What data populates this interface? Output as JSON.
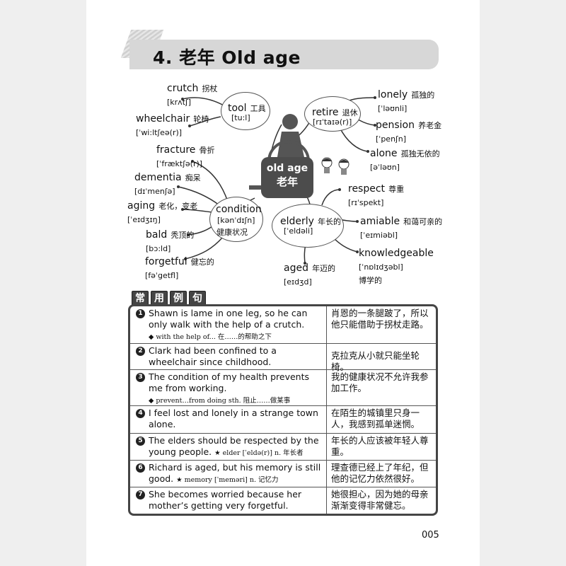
{
  "title": "4. 老年 Old age",
  "center": {
    "en": "old age",
    "zh": "老年"
  },
  "hubs": {
    "tool": {
      "word": "tool",
      "zh": "工具",
      "ipa": "[tu:l]"
    },
    "retire": {
      "word": "retire",
      "zh": "退休",
      "ipa": "[rɪˈtaɪə(r)]"
    },
    "condition": {
      "word": "condition",
      "ipa": "[kənˈdɪʃn]",
      "zh": "健康状况"
    },
    "elderly": {
      "word": "elderly",
      "zh": "年长的",
      "ipa": "[ˈeldəli]"
    }
  },
  "words": [
    {
      "word": "crutch",
      "zh": "拐杖",
      "ipa": "[krʌtʃ]"
    },
    {
      "word": "wheelchair",
      "zh": "轮椅",
      "ipa": "[ˈwi:ltʃeə(r)]"
    },
    {
      "word": "fracture",
      "zh": "骨折",
      "ipa": "[ˈfræktʃə(r)]"
    },
    {
      "word": "dementia",
      "zh": "痴呆",
      "ipa": "[dɪˈmenʃə]"
    },
    {
      "word": "aging",
      "zh": "老化，变老",
      "ipa": "[ˈeɪdʒɪŋ]"
    },
    {
      "word": "bald",
      "zh": "秃顶的",
      "ipa": "[bɔ:ld]"
    },
    {
      "word": "forgetful",
      "zh": "健忘的",
      "ipa": "[fəˈgetfl]"
    },
    {
      "word": "lonely",
      "zh": "孤独的",
      "ipa": "[ˈləʊnli]"
    },
    {
      "word": "pension",
      "zh": "养老金",
      "ipa": "[ˈpenʃn]"
    },
    {
      "word": "alone",
      "zh": "孤独无依的",
      "ipa": "[əˈləʊn]"
    },
    {
      "word": "respect",
      "zh": "尊重",
      "ipa": "[rɪˈspekt]"
    },
    {
      "word": "amiable",
      "zh": "和蔼可亲的",
      "ipa": "[ˈeɪmiəbl]"
    },
    {
      "word": "knowledgeable",
      "zh": "博学的",
      "ipa": "[ˈnɒlɪdʒəbl]"
    },
    {
      "word": "aged",
      "zh": "年迈的",
      "ipa": "[eɪdʒd]"
    }
  ],
  "section_tag": [
    "常",
    "用",
    "例",
    "句"
  ],
  "sentences": [
    {
      "num": "1",
      "en": "Shawn is lame in one leg, so he can only walk with the help of a crutch.",
      "note": "◆ with the help of... 在……的帮助之下",
      "cn": "肖恩的一条腿跛了，所以他只能借助于拐杖走路。"
    },
    {
      "num": "2",
      "en": "Clark had been confined to a wheelchair since childhood.",
      "note": "",
      "cn": "克拉克从小就只能坐轮椅。"
    },
    {
      "num": "3",
      "en": "The condition of my health prevents me from working.",
      "note": "◆ prevent…from doing sth. 阻止……做某事",
      "cn": "我的健康状况不允许我参加工作。"
    },
    {
      "num": "4",
      "en": "I feel lost and lonely in a strange town alone.",
      "note": "",
      "cn": "在陌生的城镇里只身一人，我感到孤单迷惘。"
    },
    {
      "num": "5",
      "en": "The elders should be respected by the young people.",
      "note": "★ elder [ˈeldə(r)] n. 年长者",
      "cn": "年长的人应该被年轻人尊重。"
    },
    {
      "num": "6",
      "en": "Richard is aged, but his memory is still good.",
      "note": "★ memory [ˈmeməri] n. 记忆力",
      "cn": "理查德已经上了年纪，但他的记忆力依然很好。"
    },
    {
      "num": "7",
      "en": "She becomes worried because her mother’s getting very forgetful.",
      "note": "",
      "cn": "她很担心，因为她的母亲渐渐变得非常健忘。"
    }
  ],
  "page_number": "005"
}
